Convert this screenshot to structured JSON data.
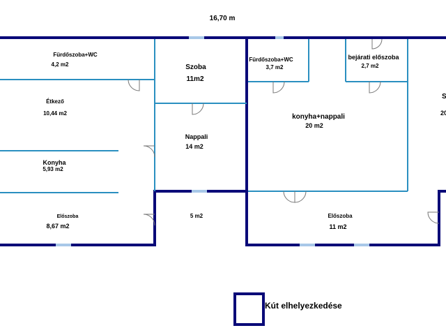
{
  "dimension": {
    "text": "16,70 m"
  },
  "rooms": [
    {
      "id": "furdo1",
      "name": "Fürdőszoba+WC",
      "area": "4,2 m2"
    },
    {
      "id": "szoba1",
      "name": "Szoba",
      "area": "11m2"
    },
    {
      "id": "etkezo",
      "name": "Étkező",
      "area": "10,44 m2"
    },
    {
      "id": "nappali1",
      "name": "Nappali",
      "area": "14 m2"
    },
    {
      "id": "konyha",
      "name": "Konyha",
      "area": "5,93 m2"
    },
    {
      "id": "eloszoba1",
      "name": "Előszoba",
      "area": "8,67 m2"
    },
    {
      "id": "kis",
      "name": "",
      "area": "5 m2"
    },
    {
      "id": "furdo2",
      "name": "Fürdőszoba+WC",
      "area": "3,7 m2"
    },
    {
      "id": "bejarati",
      "name": "bejárati előszoba",
      "area": "2,7 m2"
    },
    {
      "id": "konyhanappali",
      "name": "konyha+nappali",
      "area": "20 m2"
    },
    {
      "id": "eloszoba2",
      "name": "Előszoba",
      "area": "11 m2"
    },
    {
      "id": "cutoff",
      "name": "S",
      "area": "20"
    }
  ],
  "legend": {
    "label": "Kút elhelyezkedése"
  },
  "colors": {
    "outer_wall": "#0a0a78",
    "inner_wall": "#2a8fc0",
    "window": "#a8c8e8",
    "door": "#777777"
  }
}
